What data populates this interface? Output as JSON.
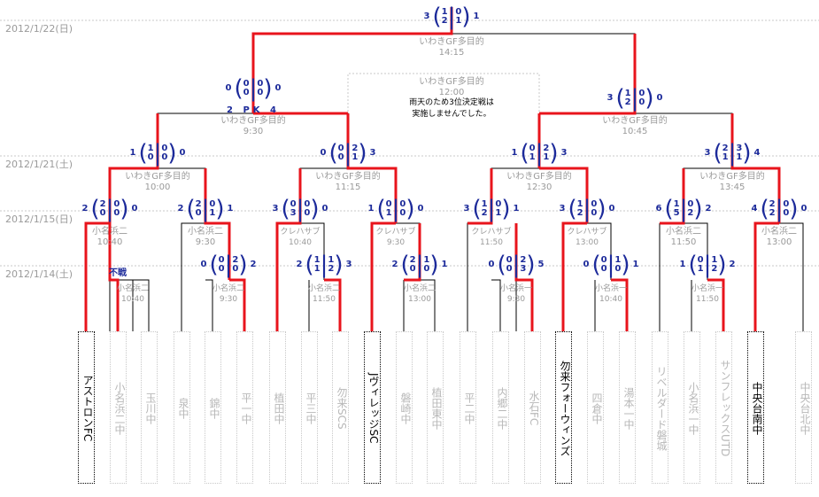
{
  "dates": [
    "2012/1/22(日)",
    "2012/1/21(土)",
    "2012/1/15(日)",
    "2012/1/14(土)"
  ],
  "teams": [
    {
      "name": "アストロンFC",
      "winner": true
    },
    {
      "name": "小名浜二中",
      "winner": false
    },
    {
      "name": "玉川中",
      "winner": false
    },
    {
      "name": "泉中",
      "winner": false
    },
    {
      "name": "錦中",
      "winner": false
    },
    {
      "name": "平一中",
      "winner": false
    },
    {
      "name": "植田中",
      "winner": false
    },
    {
      "name": "平三中",
      "winner": false
    },
    {
      "name": "勿来SCS",
      "winner": false
    },
    {
      "name": "JヴィレッジSC",
      "winner": true
    },
    {
      "name": "磐崎中",
      "winner": false
    },
    {
      "name": "植田東中",
      "winner": false
    },
    {
      "name": "平二中",
      "winner": false
    },
    {
      "name": "内郷二中",
      "winner": false
    },
    {
      "name": "水石FC",
      "winner": false
    },
    {
      "name": "勿来フォーウィンズ",
      "winner": true
    },
    {
      "name": "四倉中",
      "winner": false
    },
    {
      "name": "湯本一中",
      "winner": false
    },
    {
      "name": "リベルダード磐城",
      "winner": false
    },
    {
      "name": "小名浜一中",
      "winner": false
    },
    {
      "name": "サンフレックスUTD",
      "winner": false
    },
    {
      "name": "中央台南中",
      "winner": true
    },
    {
      "name": "中央台北中",
      "winner": false
    }
  ],
  "matches": {
    "final": {
      "venue": "いわきGF多目的",
      "time": "14:15",
      "score": {
        "left": "3",
        "right": "1",
        "h1": [
          "1",
          "0"
        ],
        "h2": [
          "2",
          "1"
        ]
      }
    },
    "third_place": {
      "venue": "いわきGF多目的",
      "time": "12:00",
      "note": "雨天のため3位決定戦は\n実施しませんでした。"
    },
    "sf_left": {
      "venue": "いわきGF多目的",
      "time": "9:30",
      "pk": "2 PK 4",
      "score": {
        "left": "0",
        "right": "0",
        "h1": [
          "0",
          "0"
        ],
        "h2": [
          "0",
          "0"
        ]
      }
    },
    "sf_right": {
      "venue": "いわきGF多目的",
      "time": "10:45",
      "score": {
        "left": "3",
        "right": "0",
        "h1": [
          "1",
          "0"
        ],
        "h2": [
          "2",
          "0"
        ]
      }
    },
    "qf1": {
      "venue": "いわきGF多目的",
      "time": "10:00",
      "score": {
        "left": "1",
        "right": "0",
        "h1": [
          "1",
          "0"
        ],
        "h2": [
          "0",
          "0"
        ]
      }
    },
    "qf2": {
      "venue": "いわきGF多目的",
      "time": "11:15",
      "score": {
        "left": "0",
        "right": "3",
        "h1": [
          "0",
          "2"
        ],
        "h2": [
          "0",
          "1"
        ]
      }
    },
    "qf3": {
      "venue": "いわきGF多目的",
      "time": "12:30",
      "score": {
        "left": "1",
        "right": "3",
        "h1": [
          "0",
          "2"
        ],
        "h2": [
          "1",
          "1"
        ]
      }
    },
    "qf4": {
      "venue": "いわきGF多目的",
      "time": "13:45",
      "score": {
        "left": "3",
        "right": "4",
        "h1": [
          "2",
          "3"
        ],
        "h2": [
          "1",
          "1"
        ]
      }
    },
    "r2_1": {
      "venue": "小名浜二",
      "time": "10:40",
      "score": {
        "left": "2",
        "right": "0",
        "h1": [
          "2",
          "0"
        ],
        "h2": [
          "0",
          "0"
        ]
      }
    },
    "r2_2": {
      "venue": "小名浜二",
      "time": "9:30",
      "score": {
        "left": "2",
        "right": "1",
        "h1": [
          "2",
          "0"
        ],
        "h2": [
          "0",
          "1"
        ]
      }
    },
    "r2_3": {
      "venue": "クレハサブ",
      "time": "10:40",
      "score": {
        "left": "3",
        "right": "0",
        "h1": [
          "0",
          "0"
        ],
        "h2": [
          "3",
          "0"
        ]
      }
    },
    "r2_4": {
      "venue": "クレハサブ",
      "time": "9:30",
      "score": {
        "left": "1",
        "right": "0",
        "h1": [
          "0",
          "0"
        ],
        "h2": [
          "1",
          "0"
        ]
      }
    },
    "r2_5": {
      "venue": "クレハサブ",
      "time": "11:50",
      "score": {
        "left": "3",
        "right": "1",
        "h1": [
          "1",
          "0"
        ],
        "h2": [
          "2",
          "1"
        ]
      }
    },
    "r2_6": {
      "venue": "クレハサブ",
      "time": "13:00",
      "score": {
        "left": "3",
        "right": "0",
        "h1": [
          "1",
          "0"
        ],
        "h2": [
          "2",
          "0"
        ]
      }
    },
    "r2_7": {
      "venue": "小名浜二",
      "time": "11:50",
      "score": {
        "left": "6",
        "right": "2",
        "h1": [
          "1",
          "0"
        ],
        "h2": [
          "5",
          "2"
        ]
      }
    },
    "r2_8": {
      "venue": "小名浜二",
      "time": "13:00",
      "score": {
        "left": "4",
        "right": "0",
        "h1": [
          "2",
          "0"
        ],
        "h2": [
          "2",
          "0"
        ]
      }
    },
    "r1_1": {
      "venue": "小名浜二",
      "time": "10:40",
      "fusen": "不戦"
    },
    "r1_2": {
      "venue": "小名浜二",
      "time": "9:30",
      "score": {
        "left": "0",
        "right": "2",
        "h1": [
          "0",
          "2"
        ],
        "h2": [
          "0",
          "0"
        ]
      }
    },
    "r1_3": {
      "venue": "小名浜二",
      "time": "11:50",
      "score": {
        "left": "2",
        "right": "3",
        "h1": [
          "1",
          "1"
        ],
        "h2": [
          "1",
          "2"
        ]
      }
    },
    "r1_4": {
      "venue": "小名浜二",
      "time": "13:00",
      "score": {
        "left": "2",
        "right": "1",
        "h1": [
          "2",
          "1"
        ],
        "h2": [
          "0",
          "0"
        ]
      }
    },
    "r1_5": {
      "venue": "小名浜一",
      "time": "9:30",
      "score": {
        "left": "0",
        "right": "5",
        "h1": [
          "0",
          "2"
        ],
        "h2": [
          "0",
          "3"
        ]
      }
    },
    "r1_6": {
      "venue": "小名浜一",
      "time": "10:40",
      "score": {
        "left": "0",
        "right": "1",
        "h1": [
          "0",
          "1"
        ],
        "h2": [
          "0",
          "0"
        ]
      }
    },
    "r1_7": {
      "venue": "小名浜一",
      "time": "11:50",
      "score": {
        "left": "1",
        "right": "2",
        "h1": [
          "0",
          "1"
        ],
        "h2": [
          "1",
          "2"
        ]
      }
    }
  }
}
